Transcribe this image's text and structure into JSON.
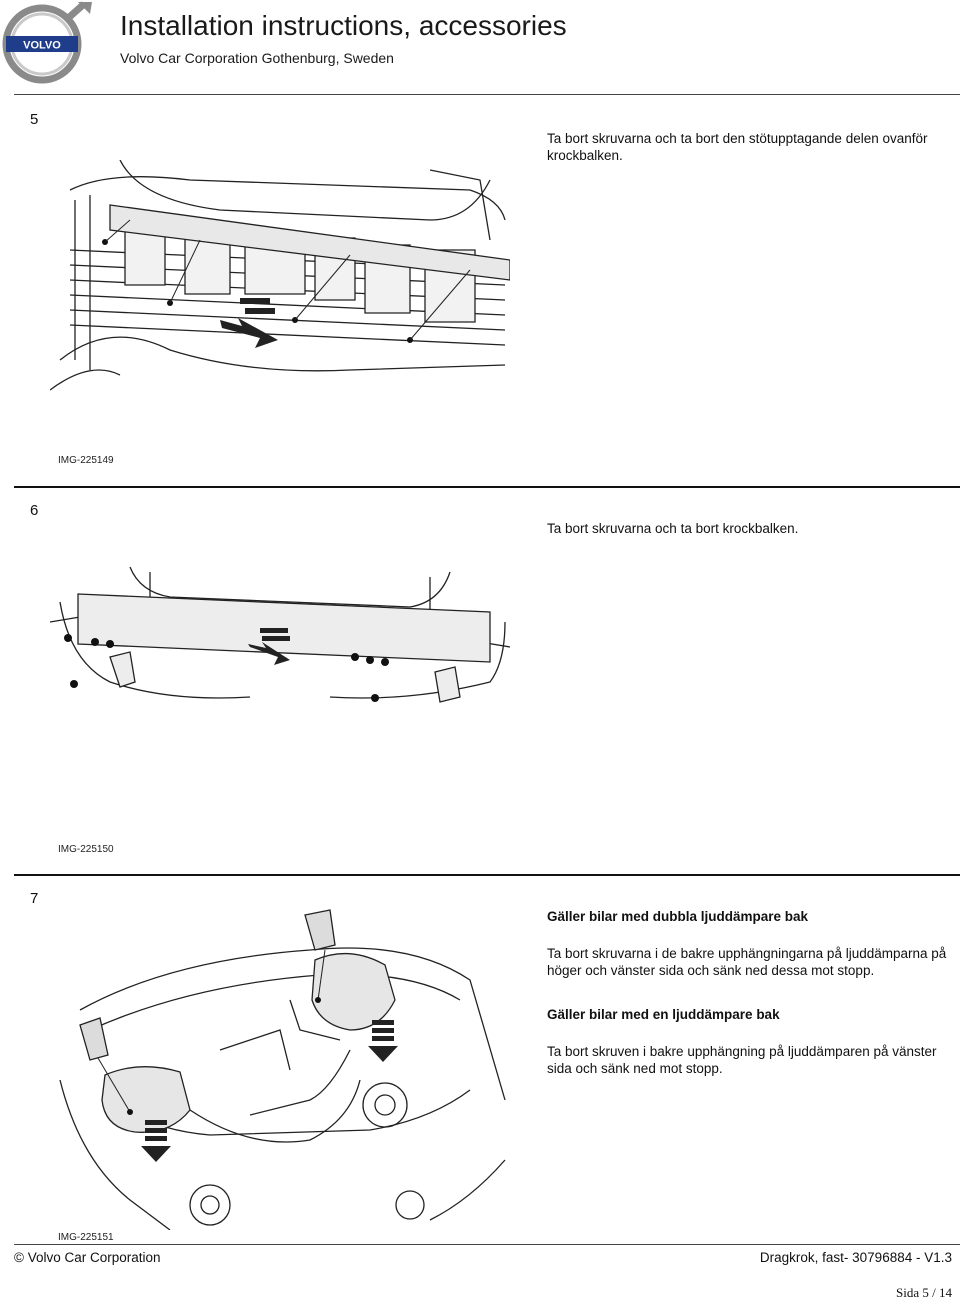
{
  "header": {
    "title": "Installation instructions, accessories",
    "subtitle": "Volvo Car Corporation Gothenburg, Sweden",
    "logo_text": "VOLVO"
  },
  "steps": [
    {
      "number": "5",
      "text": "Ta bort skruvarna och ta bort den stötupptagande delen ovanför krockbalken.",
      "image_id": "IMG-225149"
    },
    {
      "number": "6",
      "text": "Ta bort skruvarna och ta bort krockbalken.",
      "image_id": "IMG-225150"
    },
    {
      "number": "7",
      "heading1": "Gäller bilar med dubbla ljuddämpare bak",
      "text1": "Ta bort skruvarna i de bakre upphängningarna på ljuddämparna på höger och vänster sida och sänk ned dessa mot stopp.",
      "heading2": "Gäller bilar med en ljuddämpare bak",
      "text2": "Ta bort skruven i bakre upphängning på ljuddämparen på vänster sida och sänk ned mot stopp.",
      "image_id": "IMG-225151"
    }
  ],
  "footer": {
    "left": "© Volvo Car Corporation",
    "right": "Dragkrok, fast- 30796884 - V1.3",
    "page": "Sida 5 / 14"
  }
}
